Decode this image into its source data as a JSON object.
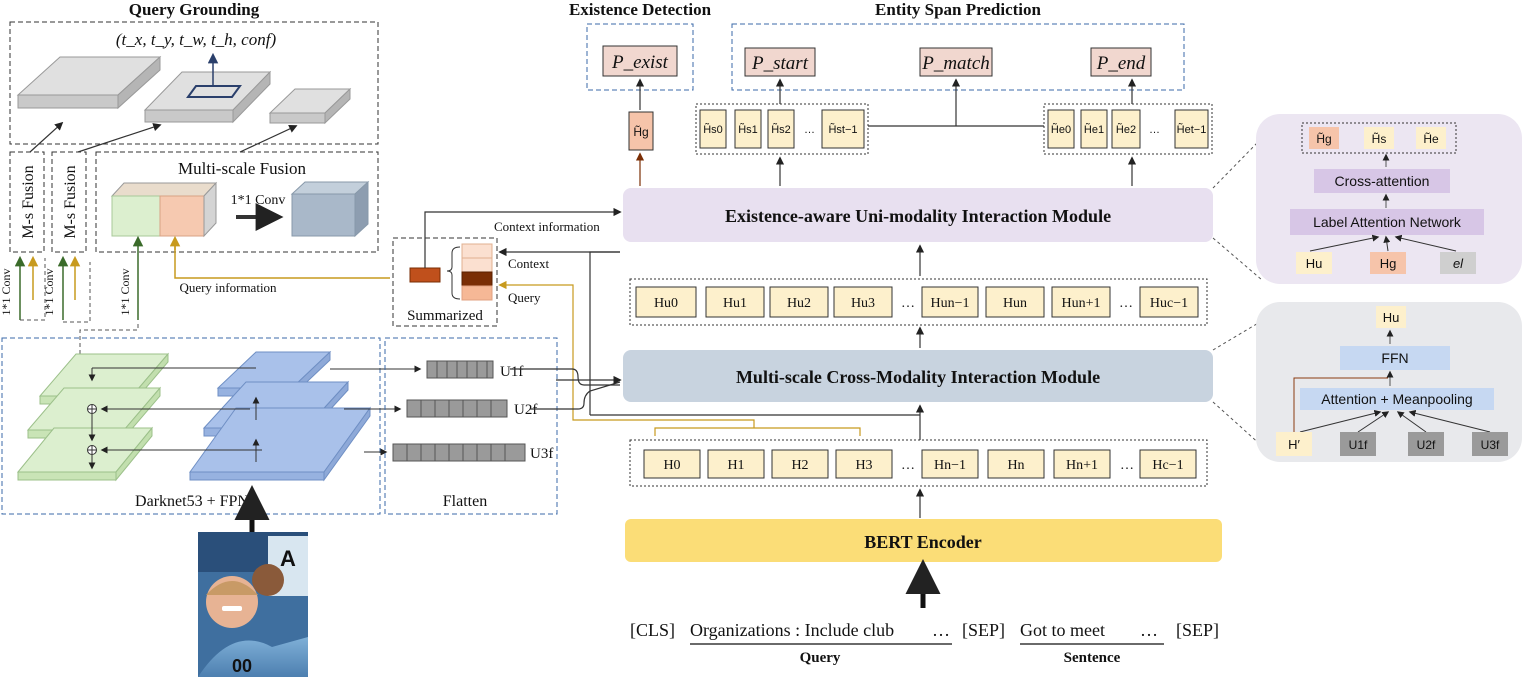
{
  "sections": {
    "query_grounding": "Query Grounding",
    "existence_detection": "Existence Detection",
    "entity_span_prediction": "Entity Span Prediction"
  },
  "grounding_output": "(t_x, t_y, t_w, t_h, conf)",
  "fusion": {
    "ms_fusion_1": "M-s Fusion",
    "ms_fusion_2": "M-s Fusion",
    "multi_scale_fusion": "Multi-scale Fusion",
    "conv_label": "1*1 Conv",
    "side_conv_1": "1*1 Conv",
    "side_conv_2": "1*1 Conv",
    "side_conv_3": "1*1 Conv"
  },
  "backbone": {
    "darknet_label": "Darknet53 + FPN",
    "flatten_label": "Flatten",
    "u_tokens": [
      "U1f",
      "U2f",
      "U3f"
    ]
  },
  "summarized": {
    "label": "Summarized",
    "context": "Context",
    "query": "Query",
    "context_information": "Context information",
    "query_information": "Query information"
  },
  "outputs": {
    "p_exist": "P_exist",
    "p_start": "P_start",
    "p_match": "P_match",
    "p_end": "P_end",
    "h_g": "H̃g"
  },
  "modules": {
    "existence_aware": "Existence-aware Uni-modality Interaction Module",
    "cross_modality": "Multi-scale Cross-Modality Interaction Module",
    "bert": "BERT Encoder"
  },
  "rows": {
    "start_tokens": [
      "H̃s0",
      "H̃s1",
      "H̃s2",
      "…",
      "H̃st−1"
    ],
    "end_tokens": [
      "H̃e0",
      "H̃e1",
      "H̃e2",
      "…",
      "H̃et−1"
    ],
    "hu_tokens": [
      "Hu0",
      "Hu1",
      "Hu2",
      "Hu3",
      "…",
      "Hun−1",
      "Hun",
      "Hun+1",
      "…",
      "Huc−1"
    ],
    "h_tokens": [
      "H0",
      "H1",
      "H2",
      "H3",
      "…",
      "Hn−1",
      "Hn",
      "Hn+1",
      "…",
      "Hc−1"
    ]
  },
  "input": {
    "cls": "[CLS]",
    "query_text": "Organizations : Include club",
    "query_ellipsis": "…",
    "sep1": "[SEP]",
    "sentence_text": "Got  to  meet",
    "sentence_ellipsis": "…",
    "sep2": "[SEP]",
    "query_label": "Query",
    "sentence_label": "Sentence"
  },
  "panel_top": {
    "tokens": [
      "H̃g",
      "H̃s",
      "H̃e"
    ],
    "cross_attention": "Cross-attention",
    "label_attention": "Label Attention Network",
    "inputs": [
      "Hu",
      "Hg",
      "el"
    ]
  },
  "panel_bottom": {
    "output": "Hu",
    "ffn": "FFN",
    "attention": "Attention + Meanpooling",
    "inputs": [
      "H′",
      "U1f",
      "U2f",
      "U3f"
    ]
  },
  "colors": {
    "exist_box": "#f1d7cf",
    "token_fill": "#fdf0cc",
    "h_g_fill": "#f6c4aa",
    "existence_module": "#e8e0f0",
    "cross_module": "#c8d3df",
    "bert": "#fbdd77",
    "query_text": "#b89020",
    "query_arrow": "#c79a1e",
    "green_arrow": "#3a6b2a",
    "dark_orange": "#c0501c",
    "brown": "#7a2e05",
    "panel_bg": "#ece6f2",
    "panel_bg2": "#e8e9ec",
    "attention_box": "#c6d8f2",
    "green_slab": "#dcefcf",
    "blue_slab": "#a9c1ea"
  }
}
